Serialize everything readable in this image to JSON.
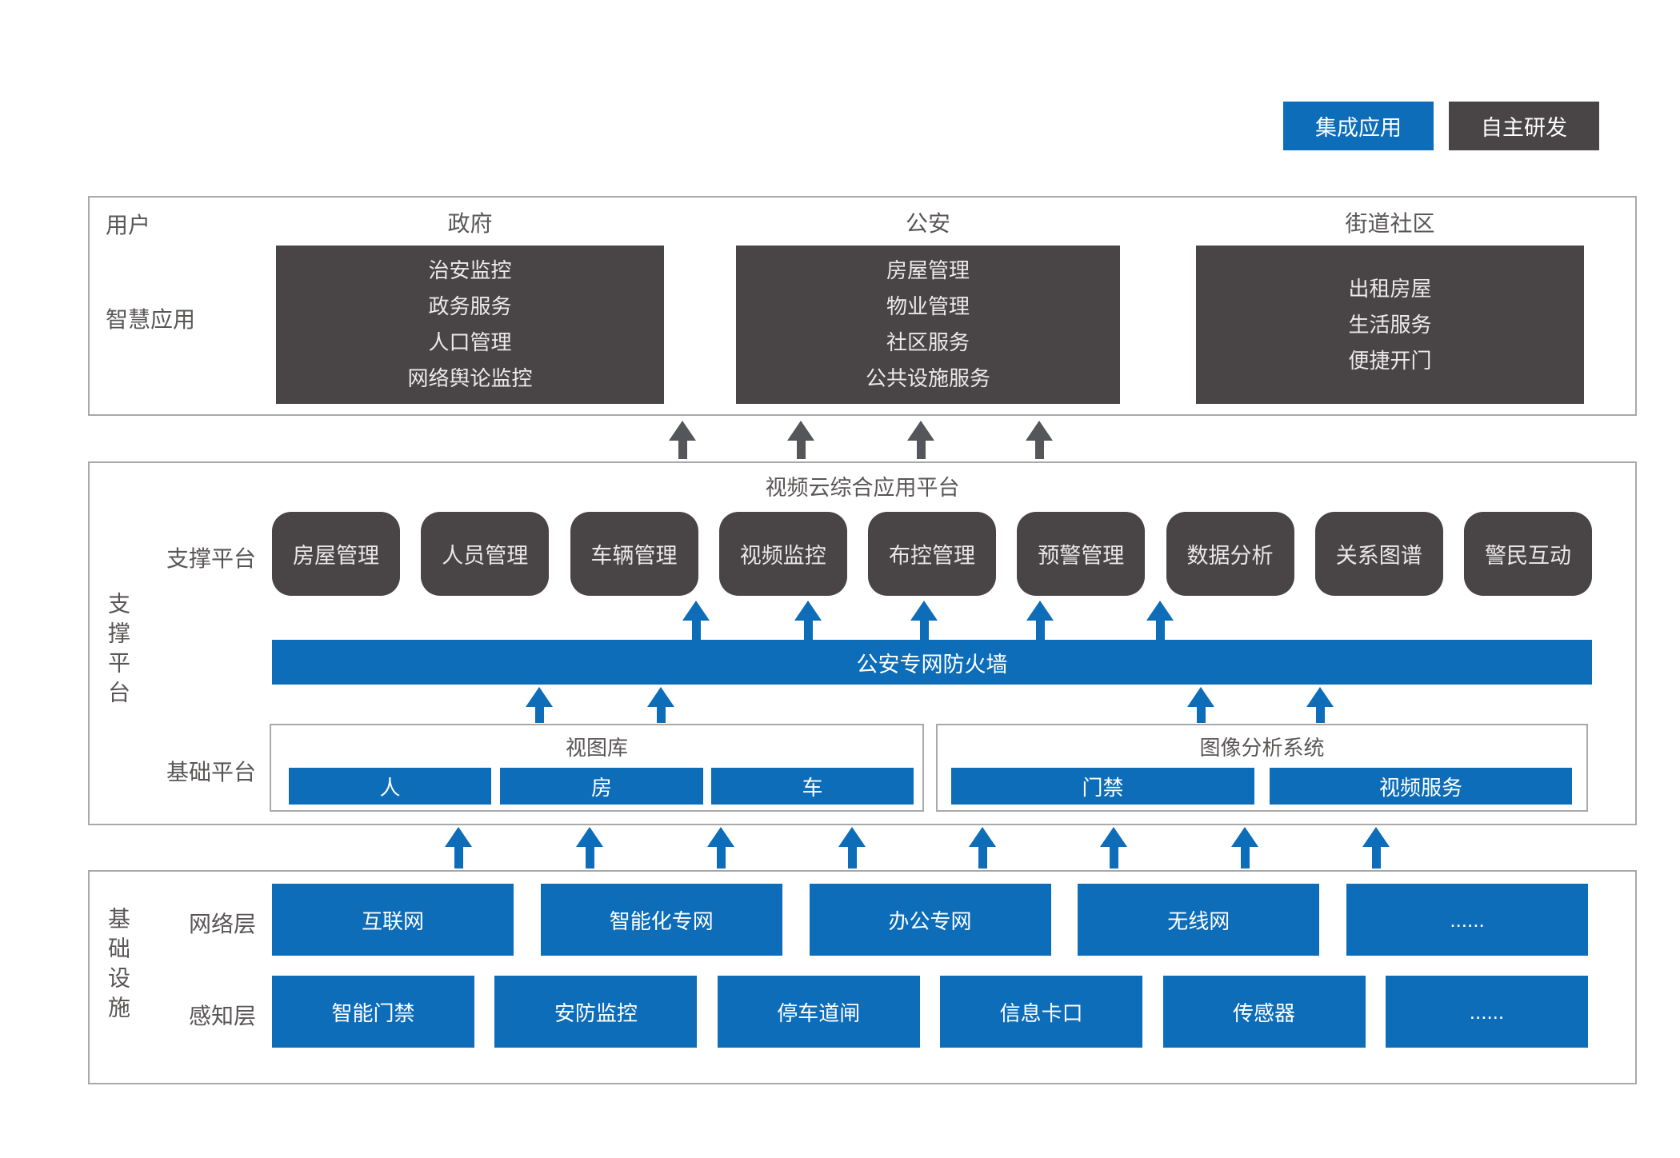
{
  "colors": {
    "accent_blue": "#0d6db9",
    "dark_gray": "#494547",
    "section_border": "#a9a9a9",
    "label_text": "#5a5656"
  },
  "legend": {
    "integrated": "集成应用",
    "self_developed": "自主研发"
  },
  "user_section": {
    "row_label_user": "用户",
    "row_label_apps": "智慧应用",
    "columns": [
      {
        "header": "政府",
        "items": [
          "治安监控",
          "政务服务",
          "人口管理",
          "网络舆论监控"
        ]
      },
      {
        "header": "公安",
        "items": [
          "房屋管理",
          "物业管理",
          "社区服务",
          "公共设施服务"
        ]
      },
      {
        "header": "街道社区",
        "items": [
          "出租房屋",
          "生活服务",
          "便捷开门"
        ]
      }
    ]
  },
  "platform_section": {
    "side_label": "支撑平台",
    "title": "视频云综合应用平台",
    "support_row_label": "支撑平台",
    "support_modules": [
      "房屋管理",
      "人员管理",
      "车辆管理",
      "视频监控",
      "布控管理",
      "预警管理",
      "数据分析",
      "关系图谱",
      "警民互动"
    ],
    "firewall": "公安专网防火墙",
    "base_row_label": "基础平台",
    "base_groups": [
      {
        "title": "视图库",
        "items": [
          "人",
          "房",
          "车"
        ]
      },
      {
        "title": "图像分析系统",
        "items": [
          "门禁",
          "视频服务"
        ]
      }
    ]
  },
  "infrastructure_section": {
    "side_label": "基础设施",
    "rows": [
      {
        "label": "网络层",
        "items": [
          "互联网",
          "智能化专网",
          "办公专网",
          "无线网",
          "......"
        ]
      },
      {
        "label": "感知层",
        "items": [
          "智能门禁",
          "安防监控",
          "停车道闸",
          "信息卡口",
          "传感器",
          "......"
        ]
      }
    ]
  }
}
